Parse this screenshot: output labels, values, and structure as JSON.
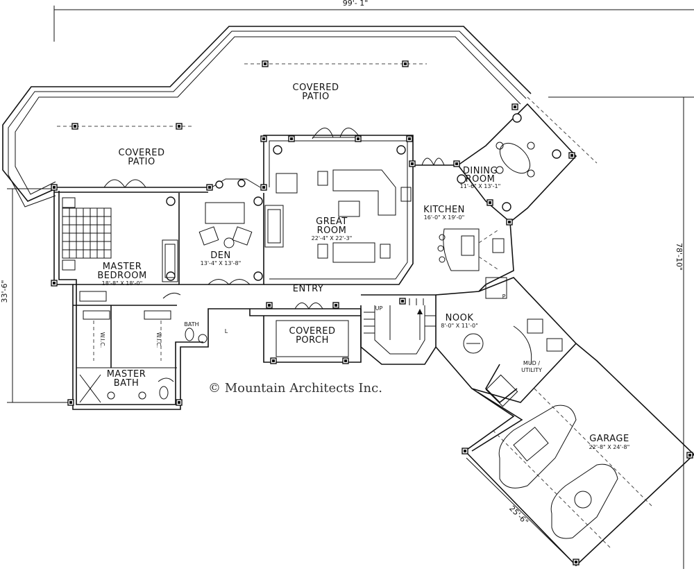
{
  "dimensions": {
    "overall_width": "99'- 1\"",
    "overall_depth": "78'-10\"",
    "left_depth": "33'-6\"",
    "garage_width": "25'-6\""
  },
  "rooms": {
    "covered_patio_top": {
      "line1": "COVERED",
      "line2": "PATIO"
    },
    "covered_patio_left": {
      "line1": "COVERED",
      "line2": "PATIO"
    },
    "great_room": {
      "line1": "GREAT",
      "line2": "ROOM",
      "size": "22'-4\" X 22'-3\""
    },
    "dining_room": {
      "line1": "DINING",
      "line2": "ROOM",
      "size": "11'-6\" X 13'-1\""
    },
    "kitchen": {
      "name": "KITCHEN",
      "size": "16'-0\" X 19'-0\""
    },
    "den": {
      "name": "DEN",
      "size": "13'-4\" X 13'-8\""
    },
    "master_bedroom": {
      "line1": "MASTER",
      "line2": "BEDROOM",
      "size": "18'-8\" X 18'-0\""
    },
    "master_bath": {
      "line1": "MASTER",
      "line2": "BATH"
    },
    "bath": {
      "name": "BATH"
    },
    "wic_left": {
      "name": "W.I.C."
    },
    "wic_right": {
      "name": "W.I.C."
    },
    "linen": {
      "name": "L"
    },
    "entry": {
      "name": "ENTRY"
    },
    "covered_porch": {
      "line1": "COVERED",
      "line2": "PORCH"
    },
    "nook": {
      "name": "NOOK",
      "size": "8'-0\" X 11'-0\""
    },
    "mud_utility": {
      "line1": "MUD /",
      "line2": "UTILITY"
    },
    "pantry": {
      "name": "P"
    },
    "stair": {
      "name": "UP"
    },
    "garage": {
      "name": "GARAGE",
      "size": "22'-8\" X 24'-8\""
    }
  },
  "copyright": "© Mountain Architects Inc."
}
